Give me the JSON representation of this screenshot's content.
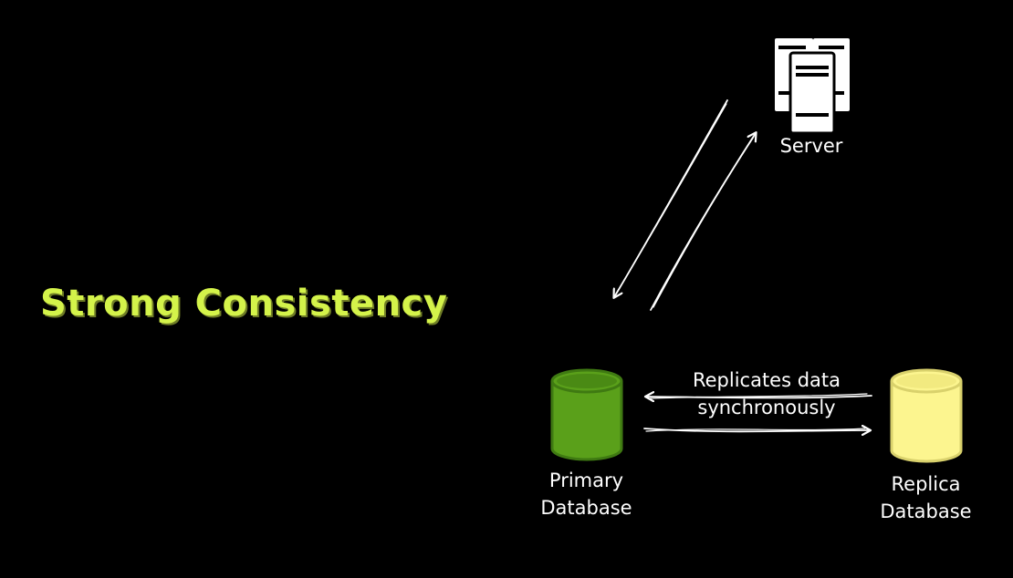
{
  "title": "Strong Consistency",
  "nodes": {
    "server": {
      "label": "Server",
      "icon": "server-icon"
    },
    "primary": {
      "label_line1": "Primary",
      "label_line2": "Database",
      "color": "#5aa01a",
      "icon": "database-icon"
    },
    "replica": {
      "label_line1": "Replica",
      "label_line2": "Database",
      "color": "#fcf58f",
      "icon": "database-icon"
    }
  },
  "edges": {
    "replication_label_line1": "Replicates data",
    "replication_label_line2": "synchronously"
  },
  "colors": {
    "background": "#000000",
    "title": "#d4f34a",
    "arrows": "#ffffff"
  }
}
